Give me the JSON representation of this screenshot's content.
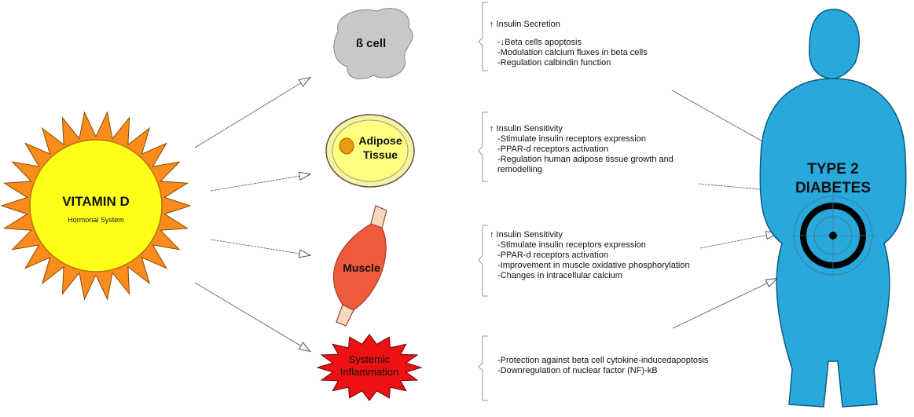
{
  "sun": {
    "title": "VITAMIN D",
    "subtitle": "Hormonal System",
    "color_fill": "#ffff1a",
    "color_rays": "#f98c1c"
  },
  "organs": {
    "beta_cell": {
      "label": "ß cell",
      "color": "#c8c8c8"
    },
    "adipose": {
      "label_line1": "Adipose",
      "label_line2": "Tissue",
      "color": "#f9f39c"
    },
    "muscle": {
      "label": "Muscle",
      "color": "#ee5a3c"
    },
    "inflammation": {
      "label_line1": "Systemic",
      "label_line2": "Inflammation",
      "color": "#ee1111"
    }
  },
  "effects": {
    "beta_cell": {
      "header": "↑ Insulin Secretion",
      "items": [
        "-↓Beta cells apoptosis",
        "-Modulation calcium fluxes in beta cells",
        "-Regulation calbindin function"
      ]
    },
    "adipose": {
      "header": "↑ Insulin Sensitivity",
      "items": [
        "-Stimulate insulin receptors expression",
        "-PPAR-d receptors activation",
        "-Regulation human adipose tissue growth and",
        "remodelling"
      ]
    },
    "muscle": {
      "header": "↑ Insulin Sensitivity",
      "items": [
        "-Stimulate insulin receptors expression",
        "-PPAR-d receptors activation",
        "-Improvement in muscle oxidative phosphorylation",
        "-Changes in intracellular calcium"
      ]
    },
    "inflammation": {
      "items": [
        "-Protection against beta cell cytokine-inducedapoptosis",
        "-Downregulation of nuclear factor (NF)-kB"
      ]
    }
  },
  "target": {
    "line1": "TYPE 2",
    "line2": "DIABETES",
    "color": "#29a8dc"
  }
}
